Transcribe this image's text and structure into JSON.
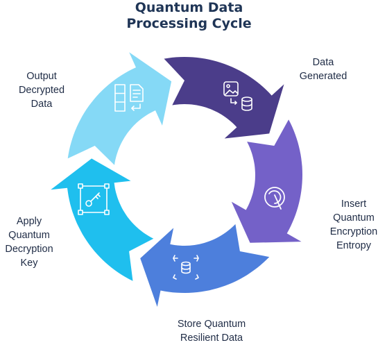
{
  "title_lines": [
    "Quantum Data",
    "Processing Cycle"
  ],
  "steps": [
    {
      "id": "data-generated",
      "label_lines": [
        "Data",
        "Generated"
      ],
      "color": "#4b3d8a",
      "icon": "image-to-database-icon"
    },
    {
      "id": "insert-entropy",
      "label_lines": [
        "Insert",
        "Quantum",
        "Encryption",
        "Entropy"
      ],
      "color": "#7461c8",
      "icon": "quantum-q-icon"
    },
    {
      "id": "store-resilient",
      "label_lines": [
        "Store Quantum",
        "Resilient Data"
      ],
      "color": "#4d7fdc",
      "icon": "database-expand-icon"
    },
    {
      "id": "apply-key",
      "label_lines": [
        "Apply",
        "Quantum",
        "Decryption",
        "Key"
      ],
      "color": "#1fbfee",
      "icon": "key-frame-icon"
    },
    {
      "id": "output-decrypted",
      "label_lines": [
        "Output",
        "Decrypted",
        "Data"
      ],
      "color": "#85d9f6",
      "icon": "document-output-icon"
    }
  ]
}
